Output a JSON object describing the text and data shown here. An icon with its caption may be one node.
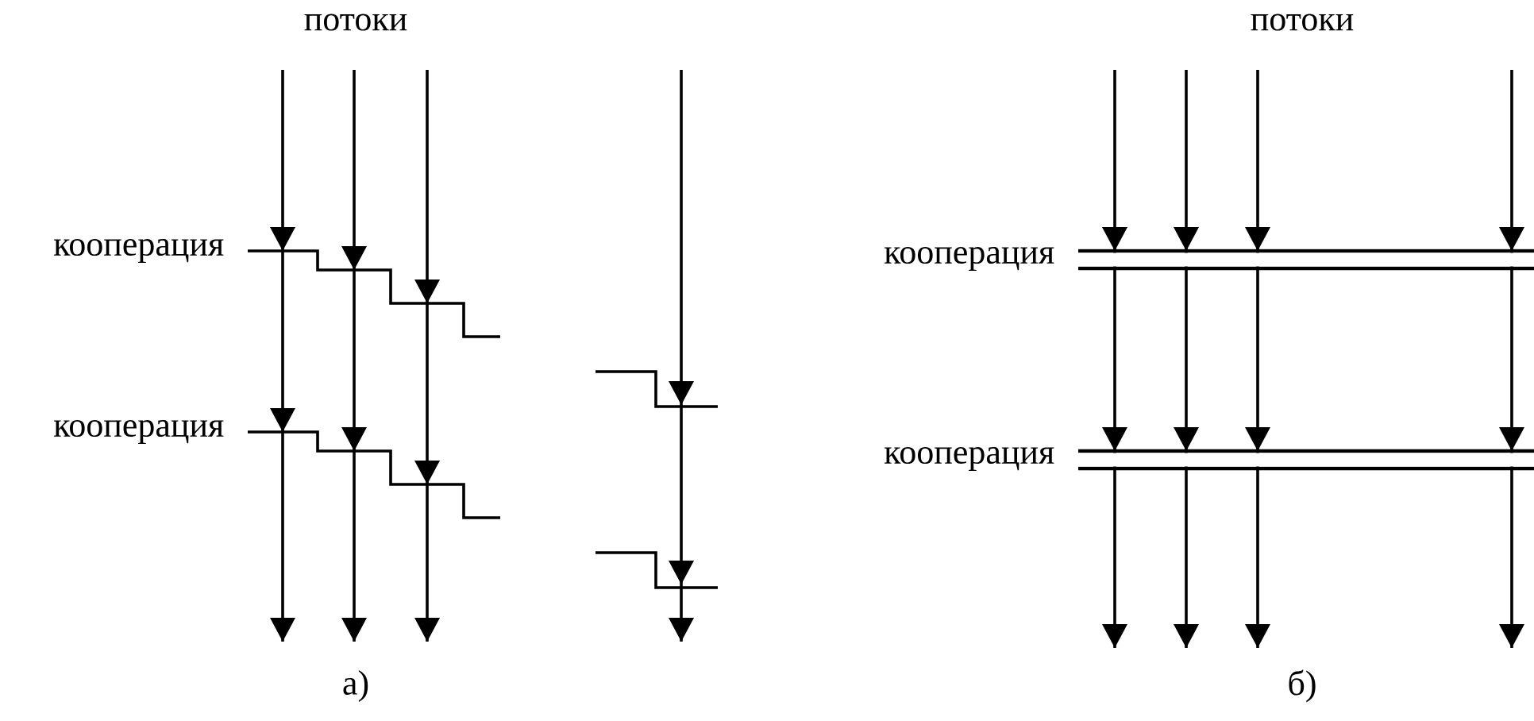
{
  "diagram": {
    "labels": [
      "потоки",
      "кооперация",
      "кооперация",
      "а)",
      "потоки",
      "кооперация",
      "кооперация",
      "б)"
    ]
  }
}
